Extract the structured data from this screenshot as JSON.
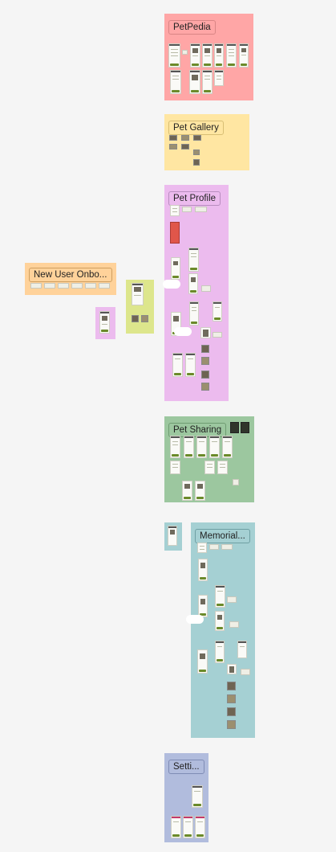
{
  "canvas": {
    "background": "#f5f5f5"
  },
  "sections": {
    "petpedia": {
      "label": "PetPedia",
      "color": "#ffa6a6"
    },
    "pet_gallery": {
      "label": "Pet Gallery",
      "color": "#ffe6a2"
    },
    "pet_profile": {
      "label": "Pet Profile",
      "color": "#ecbbee"
    },
    "new_user_onboarding": {
      "label": "New User Onbo...",
      "color": "#ffd29a"
    },
    "pet_sharing": {
      "label": "Pet Sharing",
      "color": "#9cc79f"
    },
    "memorial": {
      "label": "Memorial...",
      "color": "#a5d0d3"
    },
    "settings": {
      "label": "Setti...",
      "color": "#b1bcdd"
    },
    "misc_purple": {
      "color": "#ecbbee"
    },
    "misc_lime": {
      "color": "#dde68c"
    },
    "misc_teal": {
      "color": "#a5d0d3"
    }
  }
}
